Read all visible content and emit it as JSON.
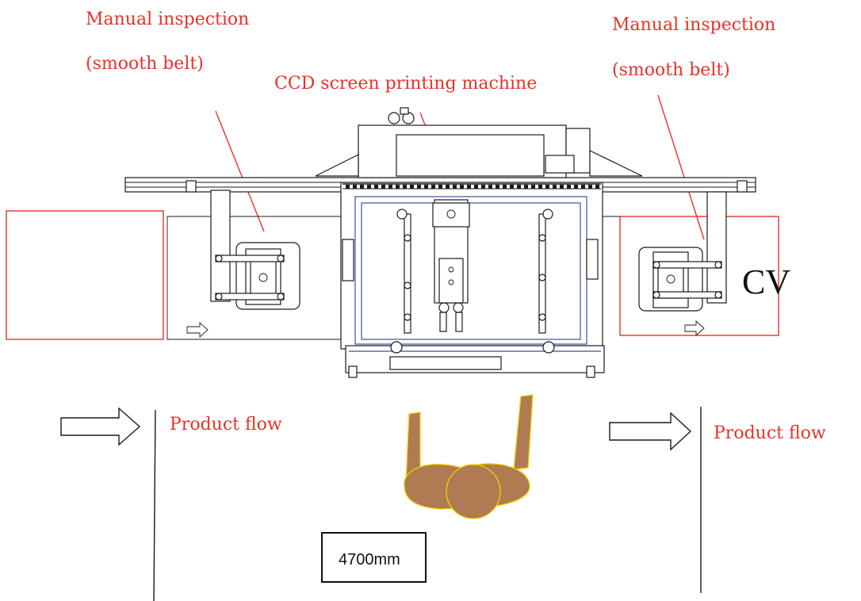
{
  "labels": {
    "left_station_line1": "Manual inspection",
    "left_station_line2": "(smooth belt)",
    "right_station_line1": "Manual inspection",
    "right_station_line2": "(smooth belt)",
    "center_machine": "CCD screen printing machine",
    "product_flow_left": "Product flow",
    "product_flow_right": "Product flow",
    "cv": "CV",
    "dimension": "4700mm"
  },
  "colors": {
    "annotation": "#e8322a",
    "linework": "#1a1a1a",
    "rail_blue": "#3b4fa0",
    "operator_fill": "#b07a53",
    "operator_outline": "#f0d000"
  }
}
